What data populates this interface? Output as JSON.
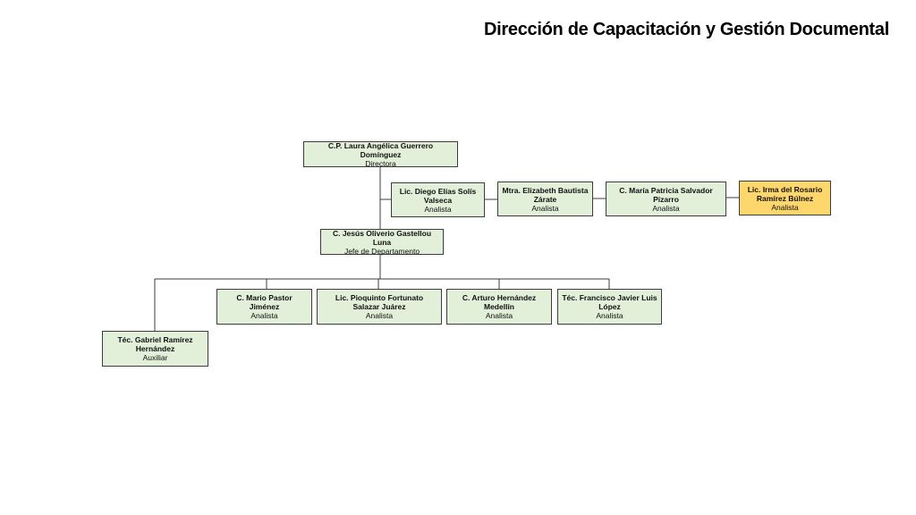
{
  "title": "Dirección de Capacitación y Gestión Documental",
  "nodes": {
    "director": {
      "name": "C.P. Laura Angélica Guerrero Domínguez",
      "role": "Directora"
    },
    "diego": {
      "name": "Lic. Diego Elías Solís Valseca",
      "role": "Analista"
    },
    "elizabeth": {
      "name": "Mtra. Elizabeth Bautista Zárate",
      "role": "Analista"
    },
    "maria": {
      "name": "C. María Patricia Salvador Pizarro",
      "role": "Analista"
    },
    "irma": {
      "name": "Lic. Irma del Rosario Ramírez Búlnez",
      "role": "Analista"
    },
    "jesus": {
      "name": "C. Jesús Oliverio Gastellou Luna",
      "role": "Jefe de Departamento"
    },
    "mario": {
      "name": "C. Mario Pastor Jiménez",
      "role": "Analista"
    },
    "pioquinto": {
      "name": "Lic. Pioquinto Fortunato Salazar Juárez",
      "role": "Analista"
    },
    "arturo": {
      "name": "C. Arturo Hernández Medellín",
      "role": "Analista"
    },
    "francisco": {
      "name": "Téc. Francisco Javier Luis López",
      "role": "Analista"
    },
    "gabriel": {
      "name": "Téc. Gabriel Ramírez Hernández",
      "role": "Auxiliar"
    }
  },
  "colors": {
    "box": "#e2efd9",
    "highlight": "#fdd76b",
    "line": "#3c3c3c"
  }
}
